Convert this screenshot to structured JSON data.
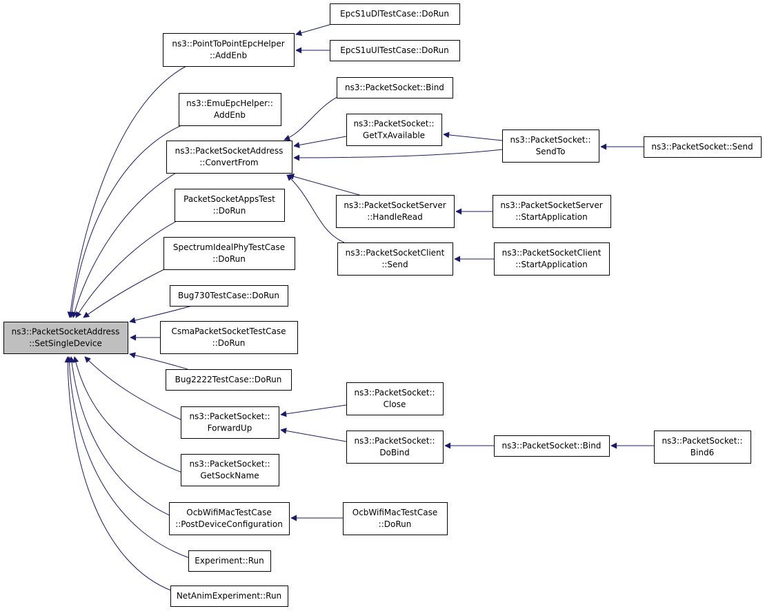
{
  "graph": {
    "nodes": [
      {
        "id": "root",
        "lines": [
          "ns3::PacketSocketAddress",
          "::SetSingleDevice"
        ],
        "highlight": true
      },
      {
        "id": "p2p_addenb",
        "lines": [
          "ns3::PointToPointEpcHelper",
          "::AddEnb"
        ]
      },
      {
        "id": "epc_dl",
        "lines": [
          "EpcS1uDlTestCase::DoRun"
        ]
      },
      {
        "id": "epc_ul",
        "lines": [
          "EpcS1uUlTestCase::DoRun"
        ]
      },
      {
        "id": "emu_addenb",
        "lines": [
          "ns3::EmuEpcHelper::",
          "AddEnb"
        ]
      },
      {
        "id": "convertfrom",
        "lines": [
          "ns3::PacketSocketAddress",
          "::ConvertFrom"
        ]
      },
      {
        "id": "ps_bind_top",
        "lines": [
          "ns3::PacketSocket::Bind"
        ]
      },
      {
        "id": "ps_gettx",
        "lines": [
          "ns3::PacketSocket::",
          "GetTxAvailable"
        ]
      },
      {
        "id": "ps_sendto",
        "lines": [
          "ns3::PacketSocket::",
          "SendTo"
        ]
      },
      {
        "id": "ps_send",
        "lines": [
          "ns3::PacketSocket::Send"
        ]
      },
      {
        "id": "pss_handleread",
        "lines": [
          "ns3::PacketSocketServer",
          "::HandleRead"
        ]
      },
      {
        "id": "pss_start",
        "lines": [
          "ns3::PacketSocketServer",
          "::StartApplication"
        ]
      },
      {
        "id": "psc_send",
        "lines": [
          "ns3::PacketSocketClient",
          "::Send"
        ]
      },
      {
        "id": "psc_start",
        "lines": [
          "ns3::PacketSocketClient",
          "::StartApplication"
        ]
      },
      {
        "id": "psapps",
        "lines": [
          "PacketSocketAppsTest",
          "::DoRun"
        ]
      },
      {
        "id": "spectrum",
        "lines": [
          "SpectrumIdealPhyTestCase",
          "::DoRun"
        ]
      },
      {
        "id": "bug730",
        "lines": [
          "Bug730TestCase::DoRun"
        ]
      },
      {
        "id": "csma",
        "lines": [
          "CsmaPacketSocketTestCase",
          "::DoRun"
        ]
      },
      {
        "id": "bug2222",
        "lines": [
          "Bug2222TestCase::DoRun"
        ]
      },
      {
        "id": "forwardup",
        "lines": [
          "ns3::PacketSocket::",
          "ForwardUp"
        ]
      },
      {
        "id": "ps_close",
        "lines": [
          "ns3::PacketSocket::",
          "Close"
        ]
      },
      {
        "id": "ps_dobind",
        "lines": [
          "ns3::PacketSocket::",
          "DoBind"
        ]
      },
      {
        "id": "ps_bind_mid",
        "lines": [
          "ns3::PacketSocket::Bind"
        ]
      },
      {
        "id": "ps_bind6",
        "lines": [
          "ns3::PacketSocket::",
          "Bind6"
        ]
      },
      {
        "id": "getsockname",
        "lines": [
          "ns3::PacketSocket::",
          "GetSockName"
        ]
      },
      {
        "id": "ocb_post",
        "lines": [
          "OcbWifiMacTestCase",
          "::PostDeviceConfiguration"
        ]
      },
      {
        "id": "ocb_dorun",
        "lines": [
          "OcbWifiMacTestCase",
          "::DoRun"
        ]
      },
      {
        "id": "experiment",
        "lines": [
          "Experiment::Run"
        ]
      },
      {
        "id": "netanim",
        "lines": [
          "NetAnimExperiment::Run"
        ]
      }
    ],
    "edges": [
      {
        "from": "p2p_addenb",
        "to": "root"
      },
      {
        "from": "emu_addenb",
        "to": "root"
      },
      {
        "from": "convertfrom",
        "to": "root"
      },
      {
        "from": "psapps",
        "to": "root"
      },
      {
        "from": "spectrum",
        "to": "root"
      },
      {
        "from": "bug730",
        "to": "root"
      },
      {
        "from": "csma",
        "to": "root"
      },
      {
        "from": "bug2222",
        "to": "root"
      },
      {
        "from": "forwardup",
        "to": "root"
      },
      {
        "from": "getsockname",
        "to": "root"
      },
      {
        "from": "ocb_post",
        "to": "root"
      },
      {
        "from": "experiment",
        "to": "root"
      },
      {
        "from": "netanim",
        "to": "root"
      },
      {
        "from": "epc_dl",
        "to": "p2p_addenb"
      },
      {
        "from": "epc_ul",
        "to": "p2p_addenb"
      },
      {
        "from": "ps_bind_top",
        "to": "convertfrom"
      },
      {
        "from": "ps_gettx",
        "to": "convertfrom"
      },
      {
        "from": "ps_sendto",
        "to": "convertfrom"
      },
      {
        "from": "pss_handleread",
        "to": "convertfrom"
      },
      {
        "from": "psc_send",
        "to": "convertfrom"
      },
      {
        "from": "ps_sendto",
        "to": "ps_gettx"
      },
      {
        "from": "ps_send",
        "to": "ps_sendto"
      },
      {
        "from": "pss_start",
        "to": "pss_handleread"
      },
      {
        "from": "psc_start",
        "to": "psc_send"
      },
      {
        "from": "ps_close",
        "to": "forwardup"
      },
      {
        "from": "ps_dobind",
        "to": "forwardup"
      },
      {
        "from": "ps_bind_mid",
        "to": "ps_dobind"
      },
      {
        "from": "ps_bind6",
        "to": "ps_bind_mid"
      },
      {
        "from": "ocb_dorun",
        "to": "ocb_post"
      }
    ],
    "colors": {
      "edge": "#191970",
      "node_border": "#000000",
      "node_fill": "#ffffff",
      "focus_fill": "#bfbfbf"
    }
  }
}
